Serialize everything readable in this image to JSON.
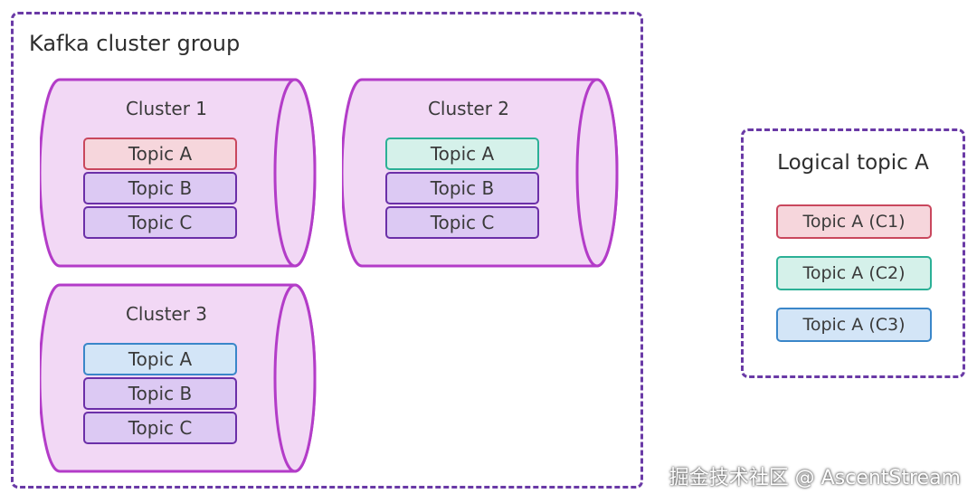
{
  "group": {
    "title": "Kafka cluster group"
  },
  "clusters": [
    {
      "name": "Cluster 1",
      "topics": [
        "Topic A",
        "Topic B",
        "Topic C"
      ]
    },
    {
      "name": "Cluster 2",
      "topics": [
        "Topic A",
        "Topic B",
        "Topic C"
      ]
    },
    {
      "name": "Cluster 3",
      "topics": [
        "Topic A",
        "Topic B",
        "Topic C"
      ]
    }
  ],
  "logical": {
    "title": "Logical topic A",
    "topics": [
      "Topic A (C1)",
      "Topic A (C2)",
      "Topic A (C3)"
    ]
  },
  "colors": {
    "frame": "#6a3aa6",
    "cylinder_fill": "#f2d8f5",
    "cylinder_stroke": "#b33cc8",
    "topic_default": "#dcc9f3",
    "cluster1_accent": "#c9475d",
    "cluster2_accent": "#2bb096",
    "cluster3_accent": "#3a86c9"
  },
  "watermark": "掘金技术社区 @ AscentStream"
}
